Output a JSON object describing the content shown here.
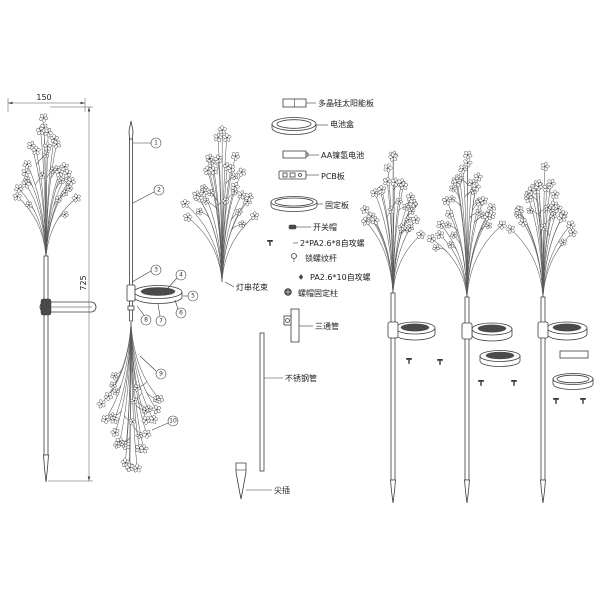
{
  "colors": {
    "line": "#3c3c3c",
    "solar_cell": "#4a4a4a"
  },
  "dimensions": {
    "width": "150",
    "height": "725"
  },
  "callouts": [
    "1",
    "2",
    "3",
    "4",
    "5",
    "6",
    "7",
    "8",
    "9",
    "10"
  ],
  "bouquet_label": "灯串花束",
  "parts": {
    "solar_panel": "多晶硅太阳能板",
    "battery_box": "电池盒",
    "battery": "AA镍氢电池",
    "pcb": "PCB板",
    "fixing_plate": "固定板",
    "switch_cap": "开关帽",
    "screw_8": "2*PA2.6*8自攻螺",
    "lock_rod": "锁螺纹杆",
    "screw_10": "PA2.6*10自攻螺",
    "nut_column": "螺帽固定柱",
    "tee_pipe": "三通管",
    "steel_pipe": "不锈钢管",
    "spike": "尖插"
  }
}
